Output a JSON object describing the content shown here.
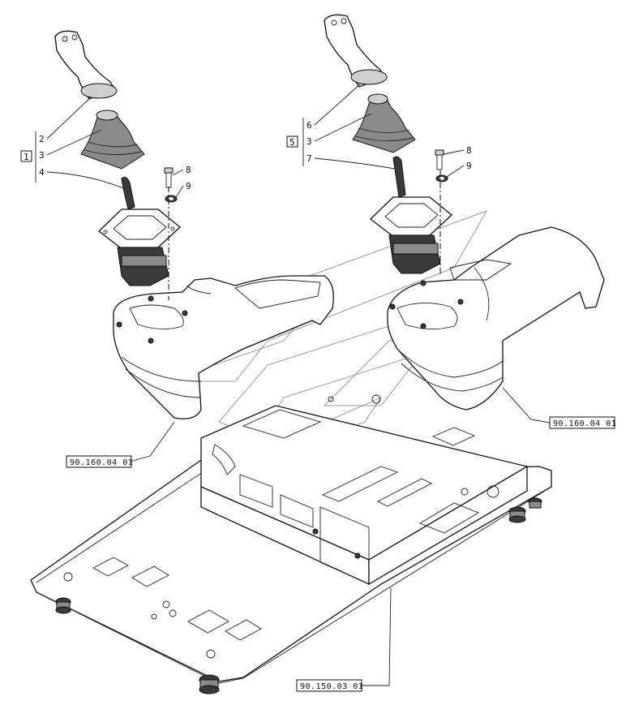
{
  "left_group": {
    "box_label": "1",
    "callouts": [
      "2",
      "3",
      "4"
    ],
    "bolt_label": "8",
    "washer_label": "9"
  },
  "right_group": {
    "box_label": "5",
    "callouts": [
      "6",
      "3",
      "7"
    ],
    "bolt_label": "8",
    "washer_label": "9"
  },
  "references": {
    "left_console": "90.160.04 01",
    "right_console": "90.160.04 01",
    "base_plate": "90.150.03 01"
  }
}
